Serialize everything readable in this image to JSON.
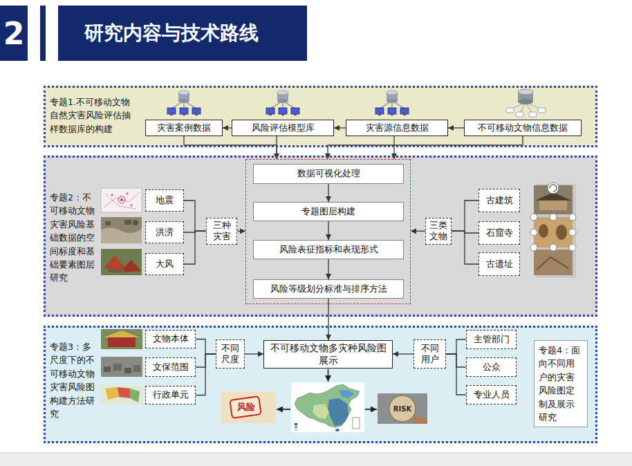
{
  "diagram": {
    "title": "研究内容与技术路线",
    "nodes": [
      {
        "text": [
          "专题1.不可移动文物自然灾害风险评估抽样数据库的构建"
        ]
      },
      {
        "text": [
          "灾害案例数据"
        ],
        "in": 0
      },
      {
        "text": [
          "风险评估模型库"
        ],
        "in": 0
      },
      {
        "text": [
          "灾害源信息数据"
        ],
        "in": 0
      },
      {
        "text": [
          "不可移动文物信息数据"
        ],
        "in": 0
      },
      {
        "text": [
          "专题2：不可移动文物灾害风险基础数据的空间标度和基础要素图层研究"
        ]
      },
      {
        "text": [
          "地震"
        ],
        "in": 5
      },
      {
        "text": [
          "洪涝"
        ],
        "in": 5
      },
      {
        "text": [
          "大风"
        ],
        "in": 5
      },
      {
        "text": [
          "三种灾害"
        ],
        "in": 5
      },
      {
        "text": [],
        "in": 5
      },
      {
        "text": [
          "数据可视化处理"
        ],
        "in": 10
      },
      {
        "text": [
          "专题图层构建"
        ],
        "in": 10
      },
      {
        "text": [
          "风险表征指标和表现形式"
        ],
        "in": 10
      },
      {
        "text": [
          "风险等级划分标准与排序方法"
        ],
        "in": 10
      },
      {
        "text": [
          "三类文物"
        ],
        "in": 5
      },
      {
        "text": [
          "古建筑"
        ],
        "in": 5
      },
      {
        "text": [
          "石窟寺"
        ],
        "in": 5
      },
      {
        "text": [
          "古遗址"
        ],
        "in": 5
      },
      {
        "text": [
          "专题3：多尺度下的不可移动文物灾害风险图构建方法研究"
        ]
      },
      {
        "text": [
          "文物本体"
        ],
        "in": 19
      },
      {
        "text": [
          "文保范围"
        ],
        "in": 19
      },
      {
        "text": [
          "行政单元"
        ],
        "in": 19
      },
      {
        "text": [
          "不同尺度"
        ],
        "in": 19
      },
      {
        "text": [
          "不可移动文物多灾种风险图展示"
        ],
        "in": 19
      },
      {
        "text": [
          "不同用户"
        ],
        "in": 19
      },
      {
        "text": [
          "主管部门"
        ],
        "in": 19
      },
      {
        "text": [
          "公众"
        ],
        "in": 19
      },
      {
        "text": [
          "专业人员"
        ],
        "in": 19
      },
      {
        "text": [
          "专题4：面向不同用户的灾害风险图定制及展示研究"
        ],
        "in": 19
      }
    ],
    "edges": [
      {
        "from": 4,
        "to": 3,
        "arrow": "to"
      },
      {
        "from": 3,
        "to": 2,
        "arrow": "to"
      },
      {
        "from": 2,
        "to": 1,
        "arrow": "to"
      },
      {
        "from": 1,
        "to": 10,
        "arrow": "to"
      },
      {
        "from": 2,
        "to": 10,
        "arrow": "to"
      },
      {
        "from": 3,
        "to": 10,
        "arrow": "to"
      },
      {
        "from": 4,
        "to": 10,
        "arrow": "to"
      },
      {
        "from": 11,
        "to": 12,
        "arrow": "to"
      },
      {
        "from": 12,
        "to": 13,
        "arrow": "to"
      },
      {
        "from": 13,
        "to": 14,
        "arrow": "to"
      },
      {
        "from": 6,
        "to": 9,
        "arrow": "none"
      },
      {
        "from": 7,
        "to": 9,
        "arrow": "none"
      },
      {
        "from": 8,
        "to": 9,
        "arrow": "none"
      },
      {
        "from": 9,
        "to": 10,
        "arrow": "to"
      },
      {
        "from": 16,
        "to": 15,
        "arrow": "none"
      },
      {
        "from": 17,
        "to": 15,
        "arrow": "none"
      },
      {
        "from": 18,
        "to": 15,
        "arrow": "none"
      },
      {
        "from": 15,
        "to": 10,
        "arrow": "to"
      },
      {
        "from": 14,
        "to": 24,
        "arrow": "to"
      },
      {
        "from": 20,
        "to": 23,
        "arrow": "none"
      },
      {
        "from": 21,
        "to": 23,
        "arrow": "none"
      },
      {
        "from": 22,
        "to": 23,
        "arrow": "none"
      },
      {
        "from": 23,
        "to": 24,
        "arrow": "to"
      },
      {
        "from": 26,
        "to": 25,
        "arrow": "none"
      },
      {
        "from": 27,
        "to": 25,
        "arrow": "none"
      },
      {
        "from": 28,
        "to": 25,
        "arrow": "none"
      },
      {
        "from": 25,
        "to": 24,
        "arrow": "to"
      }
    ],
    "labels": [
      "2",
      "风险",
      "RISK"
    ]
  }
}
